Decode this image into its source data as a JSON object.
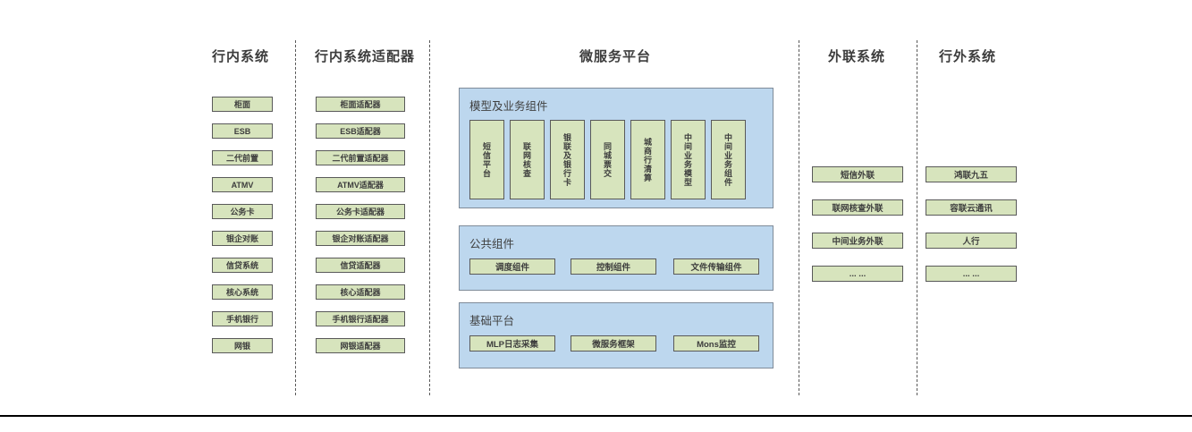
{
  "columns": [
    {
      "title": "行内系统",
      "items": [
        "柜面",
        "ESB",
        "二代前置",
        "ATMV",
        "公务卡",
        "银企对账",
        "信贷系统",
        "核心系统",
        "手机银行",
        "网银"
      ]
    },
    {
      "title": "行内系统适配器",
      "items": [
        "柜面适配器",
        "ESB适配器",
        "二代前置适配器",
        "ATMV适配器",
        "公务卡适配器",
        "银企对账适配器",
        "信贷适配器",
        "核心适配器",
        "手机银行适配器",
        "网银适配器"
      ]
    },
    {
      "title": "微服务平台",
      "sections": [
        {
          "label": "模型及业务组件",
          "items": [
            "短信平台",
            "联网核查",
            "银联及银行卡",
            "同城票交",
            "城商行清算",
            "中间业务模型",
            "中间业务组件"
          ]
        },
        {
          "label": "公共组件",
          "items": [
            "调度组件",
            "控制组件",
            "文件传输组件"
          ]
        },
        {
          "label": "基础平台",
          "items": [
            "MLP日志采集",
            "微服务框架",
            "Mons监控"
          ]
        }
      ]
    },
    {
      "title": "外联系统",
      "items": [
        "短信外联",
        "联网核查外联",
        "中间业务外联",
        "... ..."
      ]
    },
    {
      "title": "行外系统",
      "items": [
        "鸿联九五",
        "容联云通讯",
        "人行",
        "... ..."
      ]
    }
  ],
  "colors": {
    "box_fill": "#d7e4bd",
    "box_border": "#595959",
    "panel_fill": "#bdd7ee",
    "panel_border": "#7f8b99",
    "text": "#3d3d3d",
    "separator": "#595959",
    "bottom_rule": "#000000"
  }
}
